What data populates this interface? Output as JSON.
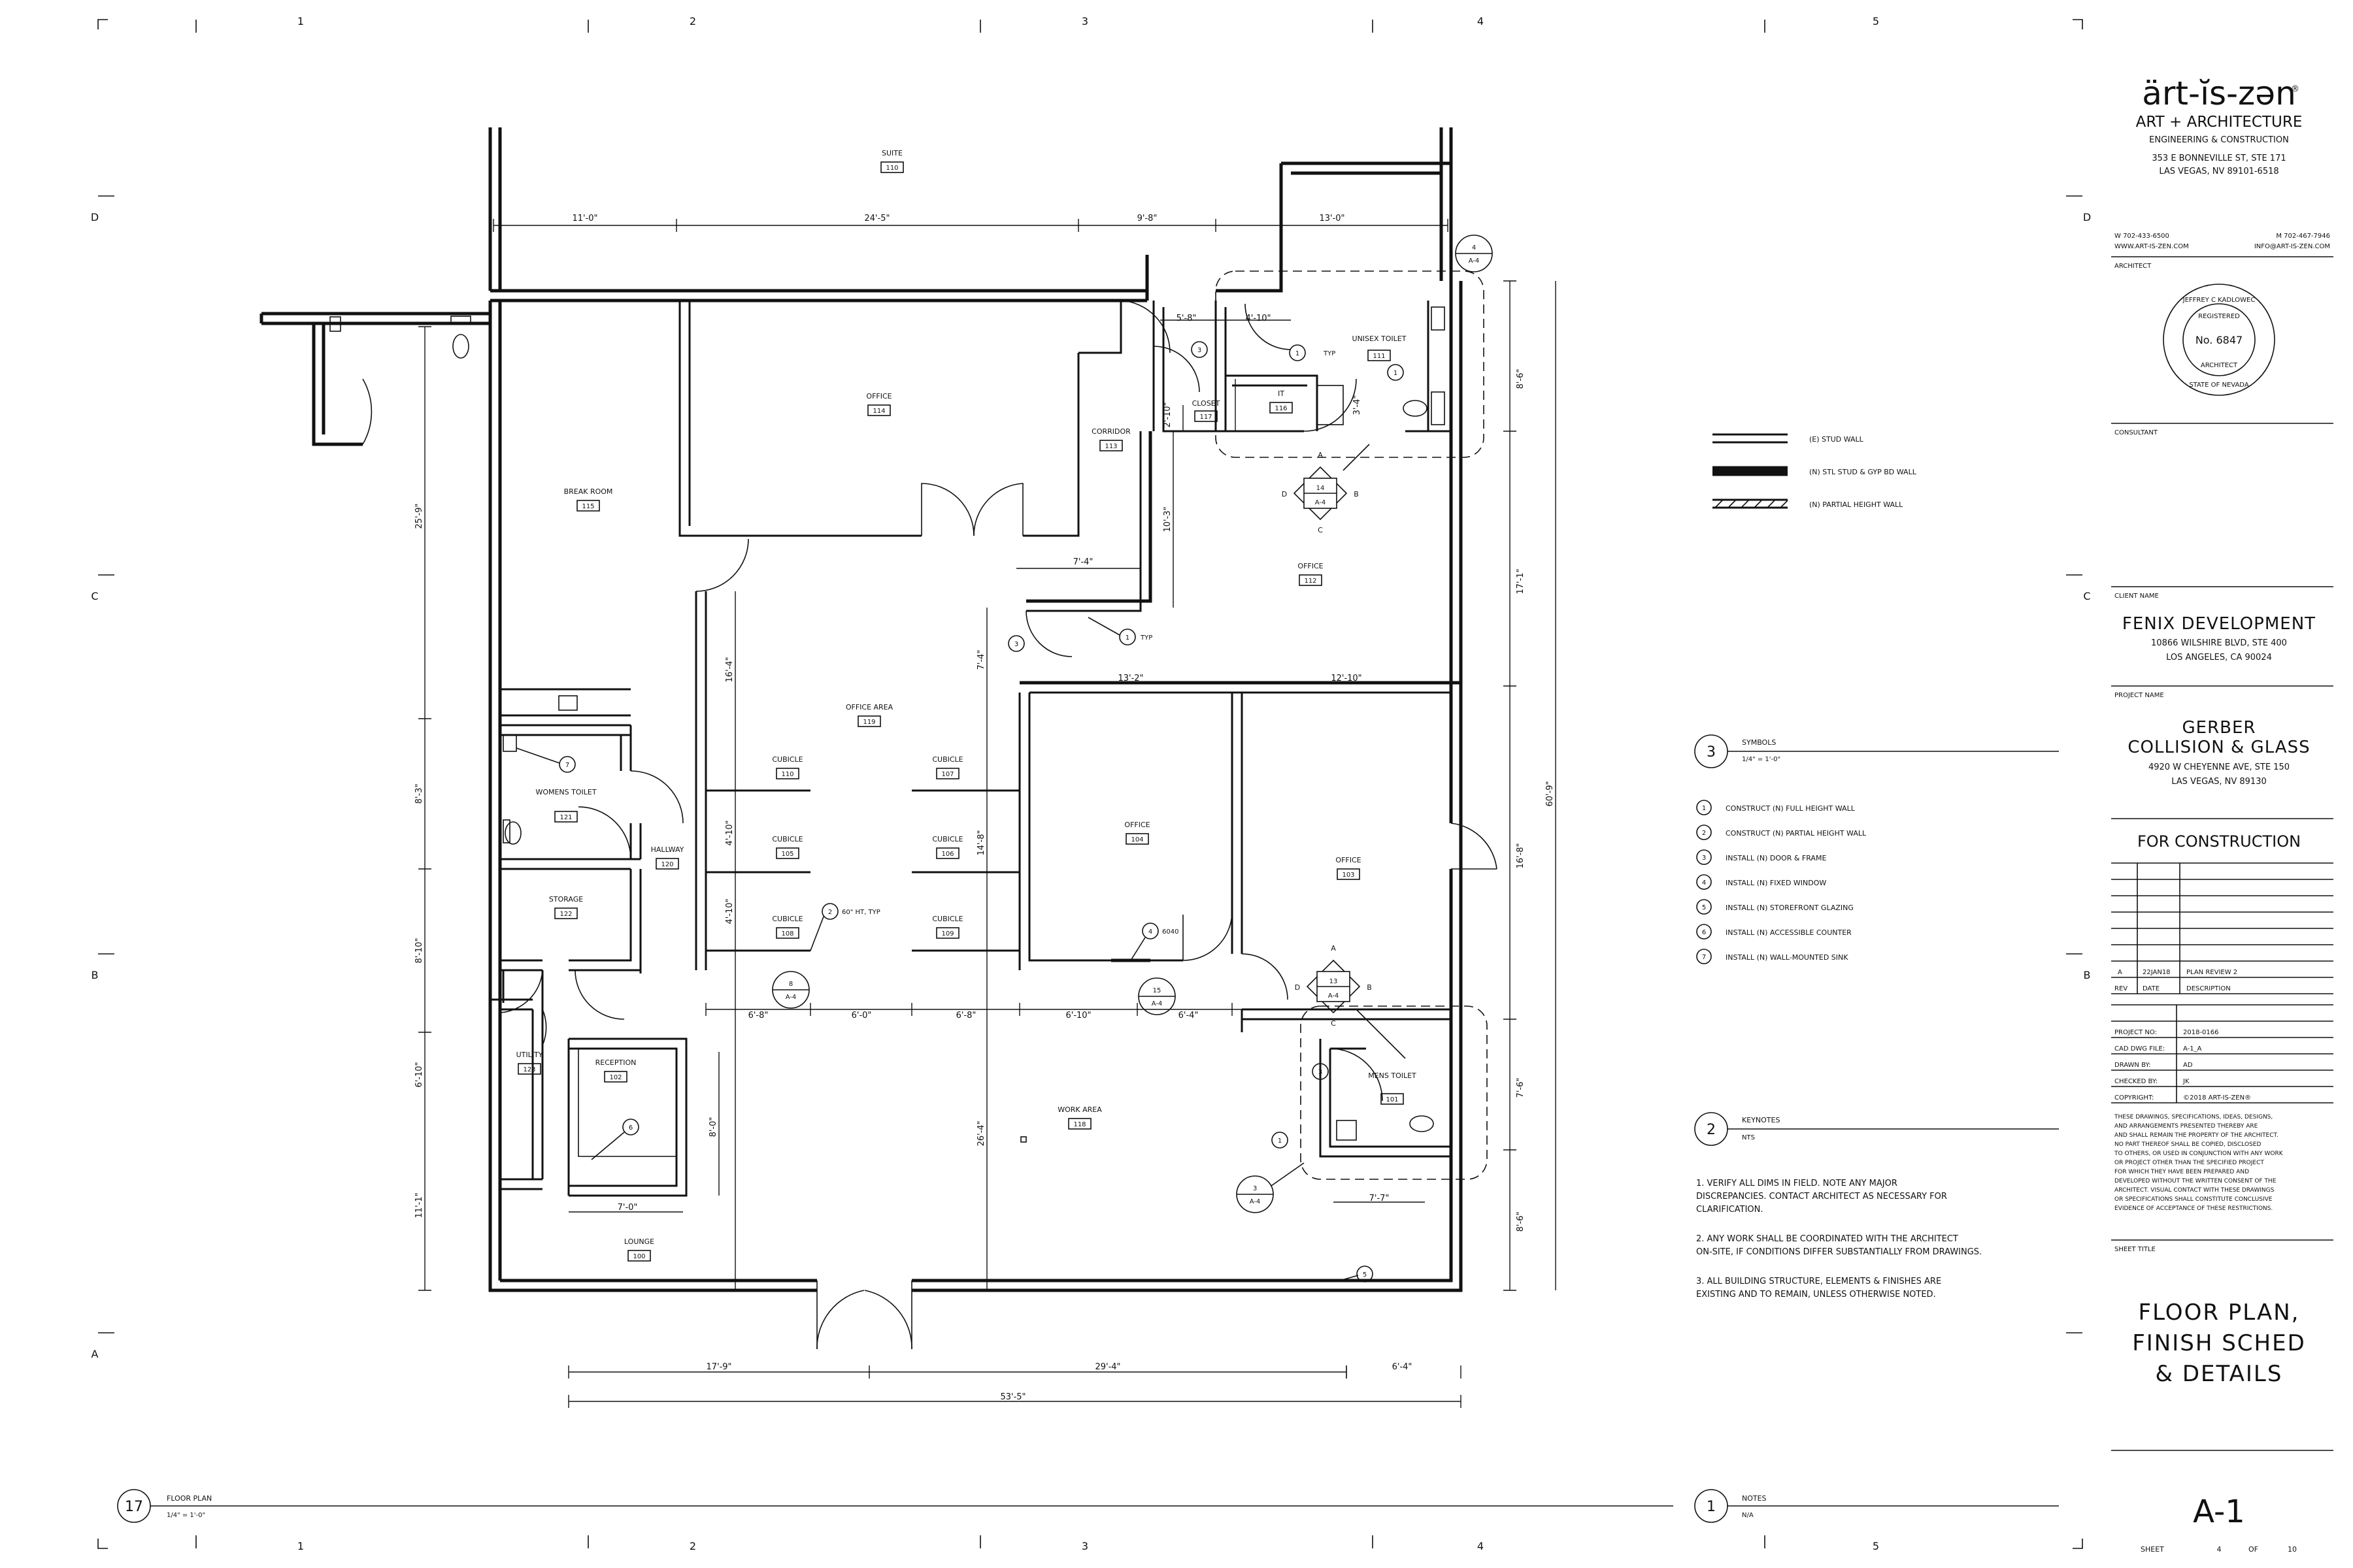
{
  "grid": {
    "columns": [
      "1",
      "2",
      "3",
      "4",
      "5"
    ],
    "rows": [
      "D",
      "C",
      "B",
      "A"
    ]
  },
  "plan": {
    "rooms": [
      {
        "name": "SUITE",
        "num": "110"
      },
      {
        "name": "OFFICE",
        "num": "114"
      },
      {
        "name": "CORRIDOR",
        "num": "113"
      },
      {
        "name": "BREAK ROOM",
        "num": "115"
      },
      {
        "name": "UNISEX TOILET",
        "num": "111"
      },
      {
        "name": "IT",
        "num": "116"
      },
      {
        "name": "CLOSET",
        "num": "117"
      },
      {
        "name": "OFFICE",
        "num": "112"
      },
      {
        "name": "OFFICE AREA",
        "num": "119"
      },
      {
        "name": "CUBICLE",
        "num": "110"
      },
      {
        "name": "CUBICLE",
        "num": "107"
      },
      {
        "name": "CUBICLE",
        "num": "105"
      },
      {
        "name": "CUBICLE",
        "num": "106"
      },
      {
        "name": "CUBICLE",
        "num": "108"
      },
      {
        "name": "CUBICLE",
        "num": "109"
      },
      {
        "name": "WOMENS TOILET",
        "num": "121"
      },
      {
        "name": "HALLWAY",
        "num": "120"
      },
      {
        "name": "STORAGE",
        "num": "122"
      },
      {
        "name": "OFFICE",
        "num": "104"
      },
      {
        "name": "OFFICE",
        "num": "103"
      },
      {
        "name": "UTILITY",
        "num": "123"
      },
      {
        "name": "RECEPTION",
        "num": "102"
      },
      {
        "name": "WORK AREA",
        "num": "118"
      },
      {
        "name": "MENS TOILET",
        "num": "101"
      },
      {
        "name": "LOUNGE",
        "num": "100"
      }
    ],
    "dims": [
      "11'-0\"",
      "24'-5\"",
      "9'-8\"",
      "13'-0\"",
      "5'-8\"",
      "4'-10\"",
      "8'-6\"",
      "2'-10\"",
      "3'-4\"",
      "10'-3\"",
      "7'-4\"",
      "17'-1\"",
      "7'-4\"",
      "13'-2\"",
      "12'-10\"",
      "16'-4\"",
      "25'-9\"",
      "8'-3\"",
      "4'-10\"",
      "14'-8\"",
      "60'-9\"",
      "8'-10\"",
      "4'-10\"",
      "16'-8\"",
      "6'-10\"",
      "6'-8\"",
      "6'-0\"",
      "6'-8\"",
      "6'-10\"",
      "6'-4\"",
      "7'-6\"",
      "26'-4\"",
      "8'-0\"",
      "7'-0\"",
      "7'-7\"",
      "11'-1\"",
      "8'-6\"",
      "17'-9\"",
      "29'-4\"",
      "6'-4\"",
      "53'-5\""
    ],
    "tags": {
      "typ": "TYP",
      "height_note": "60\" HT, TYP",
      "size_note": "6040"
    },
    "sections": [
      {
        "num": "4",
        "sheet": "A-4"
      },
      {
        "num": "14",
        "sheet": "A-4"
      },
      {
        "num": "13",
        "sheet": "A-4"
      },
      {
        "num": "8",
        "sheet": "A-4"
      },
      {
        "num": "15",
        "sheet": "A-4"
      },
      {
        "num": "3",
        "sheet": "A-4"
      }
    ],
    "section_letters": [
      "A",
      "B",
      "C",
      "D"
    ],
    "keynote_marks": [
      "1",
      "2",
      "3",
      "4",
      "5",
      "6",
      "7"
    ]
  },
  "legend": [
    {
      "label": "(E) STUD WALL"
    },
    {
      "label": "(N) STL STUD & GYP BD WALL"
    },
    {
      "label": "(N) PARTIAL HEIGHT WALL"
    }
  ],
  "symbols": {
    "num": "3",
    "title": "SYMBOLS",
    "scale": "1/4\" = 1'-0\"",
    "items": [
      {
        "n": "1",
        "text": "CONSTRUCT (N) FULL HEIGHT WALL"
      },
      {
        "n": "2",
        "text": "CONSTRUCT (N) PARTIAL HEIGHT WALL"
      },
      {
        "n": "3",
        "text": "INSTALL (N) DOOR & FRAME"
      },
      {
        "n": "4",
        "text": "INSTALL (N) FIXED WINDOW"
      },
      {
        "n": "5",
        "text": "INSTALL (N) STOREFRONT GLAZING"
      },
      {
        "n": "6",
        "text": "INSTALL (N) ACCESSIBLE COUNTER"
      },
      {
        "n": "7",
        "text": "INSTALL (N) WALL-MOUNTED SINK"
      }
    ]
  },
  "keynotes": {
    "num": "2",
    "title": "KEYNOTES",
    "scale": "NTS",
    "items": [
      {
        "a": "1.      VERIFY ALL DIMS IN FIELD.  NOTE ANY MAJOR",
        "b": "DISCREPANCIES.  CONTACT ARCHITECT AS NECESSARY FOR",
        "c": "CLARIFICATION."
      },
      {
        "a": "2.      ANY WORK SHALL BE COORDINATED WITH THE ARCHITECT",
        "b": "ON-SITE, IF CONDITIONS DIFFER SUBSTANTIALLY FROM DRAWINGS.",
        "c": ""
      },
      {
        "a": "3.      ALL BUILDING STRUCTURE, ELEMENTS & FINISHES ARE",
        "b": "EXISTING AND TO REMAIN, UNLESS OTHERWISE NOTED.",
        "c": ""
      }
    ]
  },
  "notes": {
    "num": "1",
    "title": "NOTES",
    "scale": "N/A"
  },
  "floor_plan_title": {
    "num": "17",
    "title": "FLOOR PLAN",
    "scale": "1/4\" = 1'-0\""
  },
  "title_block": {
    "logo": "ärt-ĭs-zən",
    "logo_mark": "®",
    "firm_line1": "ART + ARCHITECTURE",
    "firm_line2": "ENGINEERING & CONSTRUCTION",
    "firm_addr1": "353 E BONNEVILLE ST, STE 171",
    "firm_addr2": "LAS VEGAS, NV 89101-6518",
    "phone_w": "W 702-433-6500",
    "phone_m": "M 702-467-7946",
    "web": "WWW.ART-IS-ZEN.COM",
    "email": "INFO@ART-IS-ZEN.COM",
    "architect_label": "ARCHITECT",
    "seal_name": "JEFFREY C KADLOWEC",
    "seal_reg": "REGISTERED",
    "seal_no": "No. 6847",
    "seal_arch": "ARCHITECT",
    "seal_state": "STATE OF NEVADA",
    "consultant_label": "CONSULTANT",
    "client_label": "CLIENT NAME",
    "client_name": "FENIX DEVELOPMENT",
    "client_addr1": "10866 WILSHIRE BLVD, STE 400",
    "client_addr2": "LOS ANGELES, CA 90024",
    "project_label": "PROJECT NAME",
    "project_name1": "GERBER",
    "project_name2": "COLLISION & GLASS",
    "project_addr1": "4920 W CHEYENNE AVE, STE 150",
    "project_addr2": "LAS VEGAS, NV 89130",
    "status": "FOR CONSTRUCTION",
    "revision": {
      "rev": "A",
      "date": "22JAN18",
      "desc": "PLAN REVIEW 2"
    },
    "rev_headers": [
      "REV",
      "DATE",
      "DESCRIPTION"
    ],
    "info": [
      {
        "k": "PROJECT NO:",
        "v": "2018-0166"
      },
      {
        "k": "CAD DWG FILE:",
        "v": "A-1_A"
      },
      {
        "k": "DRAWN BY:",
        "v": "AD"
      },
      {
        "k": "CHECKED BY:",
        "v": "JK"
      },
      {
        "k": "COPYRIGHT:",
        "v": "©2018 ART-IS-ZEN®"
      }
    ],
    "disclaimer": [
      "THESE DRAWINGS, SPECIFICATIONS, IDEAS, DESIGNS,",
      "AND ARRANGEMENTS PRESENTED THEREBY ARE",
      "AND SHALL REMAIN THE PROPERTY OF THE ARCHITECT.",
      "NO PART THEREOF SHALL BE COPIED, DISCLOSED",
      "TO OTHERS, OR USED IN CONJUNCTION WITH ANY WORK",
      "OR PROJECT OTHER THAN THE SPECIFIED PROJECT",
      "FOR WHICH THEY HAVE BEEN PREPARED AND",
      "DEVELOPED WITHOUT THE WRITTEN CONSENT OF THE",
      "ARCHITECT.  VISUAL CONTACT WITH THESE DRAWINGS",
      "OR SPECIFICATIONS SHALL CONSTITUTE CONCLUSIVE",
      "EVIDENCE OF ACCEPTANCE OF THESE RESTRICTIONS."
    ],
    "sheet_title_label": "SHEET TITLE",
    "sheet_title1": "FLOOR PLAN,",
    "sheet_title2": "FINISH SCHED",
    "sheet_title3": "& DETAILS",
    "sheet_number": "A-1",
    "sheet_word": "SHEET",
    "sheet_of": "4",
    "of_word": "OF",
    "sheet_total": "10"
  }
}
